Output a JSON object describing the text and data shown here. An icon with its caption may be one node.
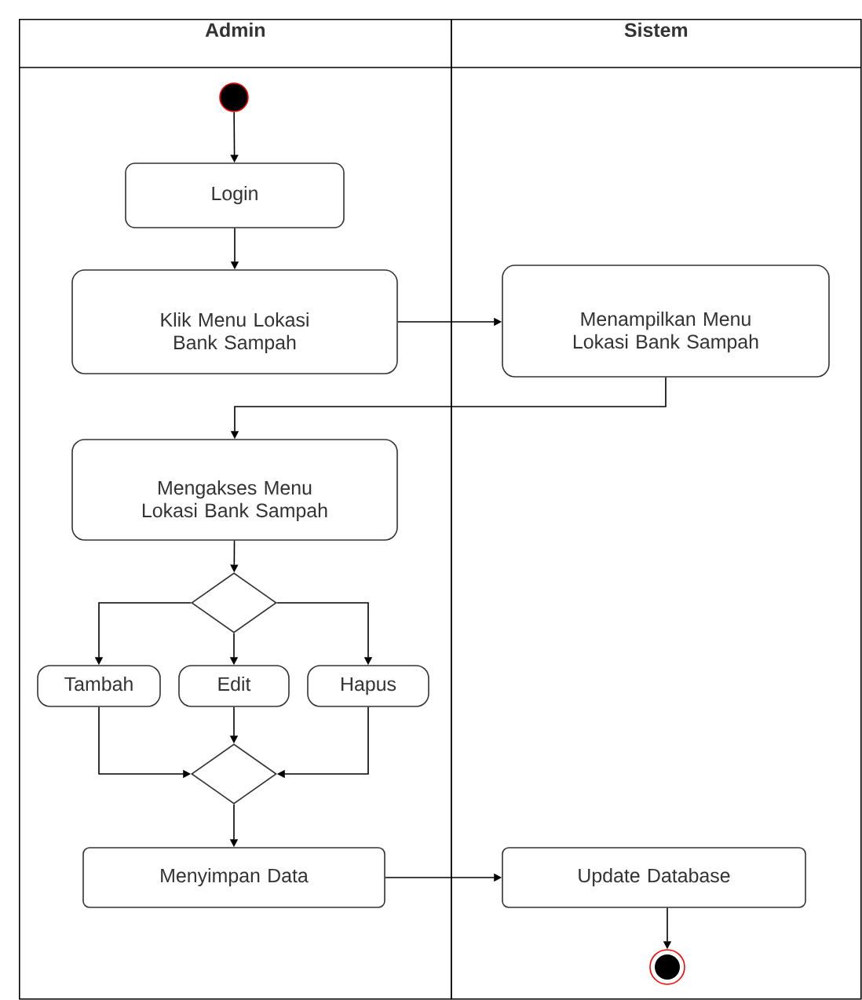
{
  "diagram": {
    "nodes": [
      {
        "text": [
          "Admin"
        ]
      },
      {
        "text": [
          "Sistem"
        ]
      },
      {
        "text": [],
        "shape": "circle",
        "in": 0
      },
      {
        "text": [
          "Login"
        ],
        "in": 0
      },
      {
        "text": [
          "Klik Menu Lokasi Bank Sampah"
        ],
        "in": 0
      },
      {
        "text": [
          "Menampilkan Menu Lokasi Bank Sampah"
        ],
        "in": 1
      },
      {
        "text": [
          "Mengakses Menu Lokasi Bank Sampah"
        ],
        "in": 0
      },
      {
        "text": [],
        "shape": "diamond",
        "in": 0
      },
      {
        "text": [
          "Tambah"
        ],
        "in": 0
      },
      {
        "text": [
          "Edit"
        ],
        "in": 0
      },
      {
        "text": [
          "Hapus"
        ],
        "in": 0
      },
      {
        "text": [],
        "shape": "diamond",
        "in": 0
      },
      {
        "text": [
          "Menyimpan Data"
        ],
        "in": 0
      },
      {
        "text": [
          "Update Database"
        ],
        "in": 1
      },
      {
        "text": [],
        "shape": "circle",
        "in": 1
      }
    ],
    "edges": [
      {
        "from": 2,
        "to": 3,
        "arrow": "to"
      },
      {
        "from": 3,
        "to": 4,
        "arrow": "to"
      },
      {
        "from": 4,
        "to": 5,
        "arrow": "to"
      },
      {
        "from": 5,
        "to": 6,
        "arrow": "to"
      },
      {
        "from": 6,
        "to": 7,
        "arrow": "to"
      },
      {
        "from": 7,
        "to": 8,
        "arrow": "to"
      },
      {
        "from": 7,
        "to": 9,
        "arrow": "to"
      },
      {
        "from": 7,
        "to": 10,
        "arrow": "to"
      },
      {
        "from": 8,
        "to": 11,
        "arrow": "to"
      },
      {
        "from": 9,
        "to": 11,
        "arrow": "to"
      },
      {
        "from": 10,
        "to": 11,
        "arrow": "to"
      },
      {
        "from": 11,
        "to": 12,
        "arrow": "to"
      },
      {
        "from": 12,
        "to": 13,
        "arrow": "to"
      },
      {
        "from": 13,
        "to": 14,
        "arrow": "to"
      }
    ]
  }
}
